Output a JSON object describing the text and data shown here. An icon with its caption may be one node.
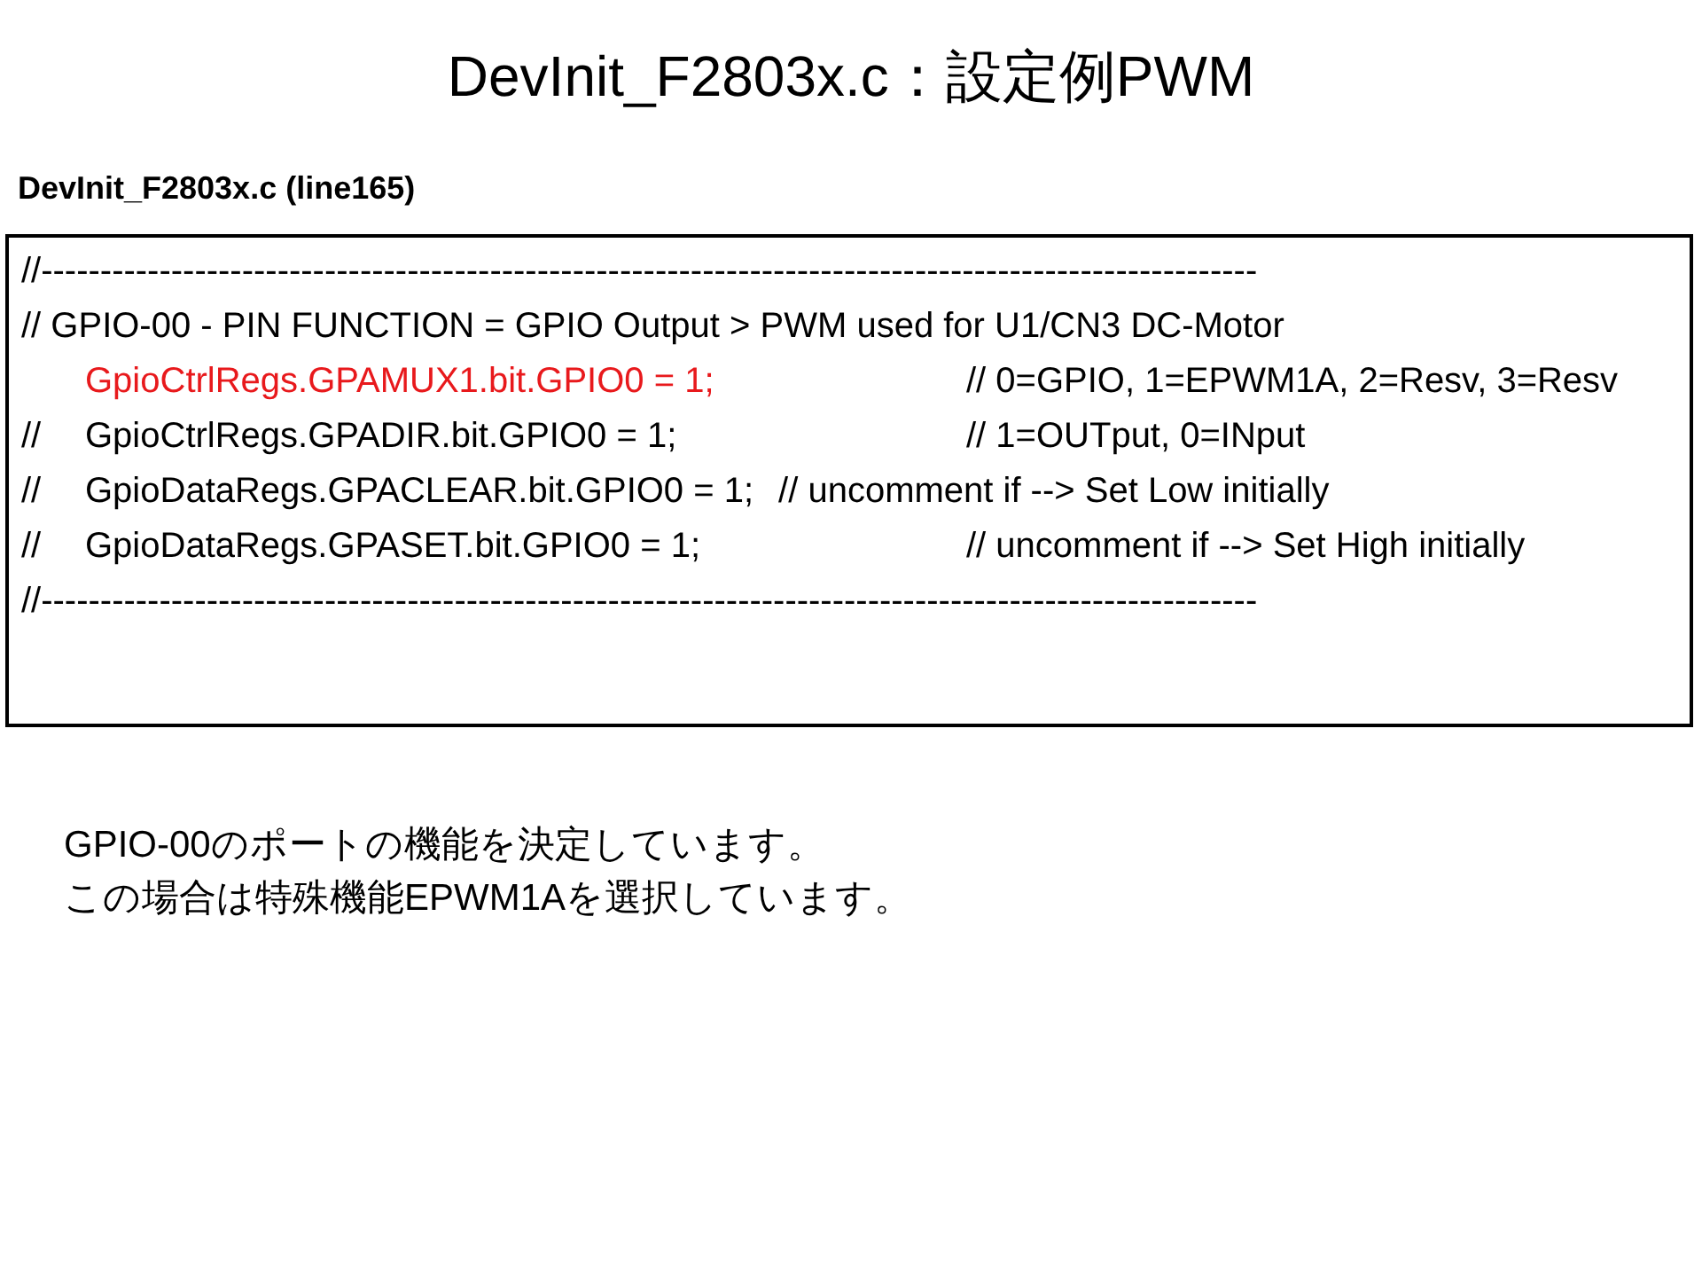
{
  "diagram": {
    "title": "DevInit_F2803x.c：設定例PWM",
    "nodes": [
      {
        "text": [
          "DevInit_F2803x.c (line165)",
          "//-------------------------------------------------------------------------------------------------------",
          "// GPIO-00 - PIN FUNCTION = GPIO Output > PWM used for U1/CN3 DC-Motor",
          "GpioCtrlRegs.GPAMUX1.bit.GPIO0 = 1;",
          "// 0=GPIO, 1=EPWM1A, 2=Resv, 3=Resv",
          "//",
          "GpioCtrlRegs.GPADIR.bit.GPIO0 = 1;",
          "// 1=OUTput, 0=INput",
          "//",
          "GpioDataRegs.GPACLEAR.bit.GPIO0 = 1;",
          "// uncomment if --> Set Low initially",
          "//",
          "GpioDataRegs.GPASET.bit.GPIO0 = 1;",
          "// uncomment if --> Set High initially",
          "//-------------------------------------------------------------------------------------------------------"
        ]
      }
    ],
    "labels": [
      "GPIO-00のポートの機能を決定しています。",
      "この場合は特殊機能EPWM1Aを選択しています。"
    ]
  }
}
